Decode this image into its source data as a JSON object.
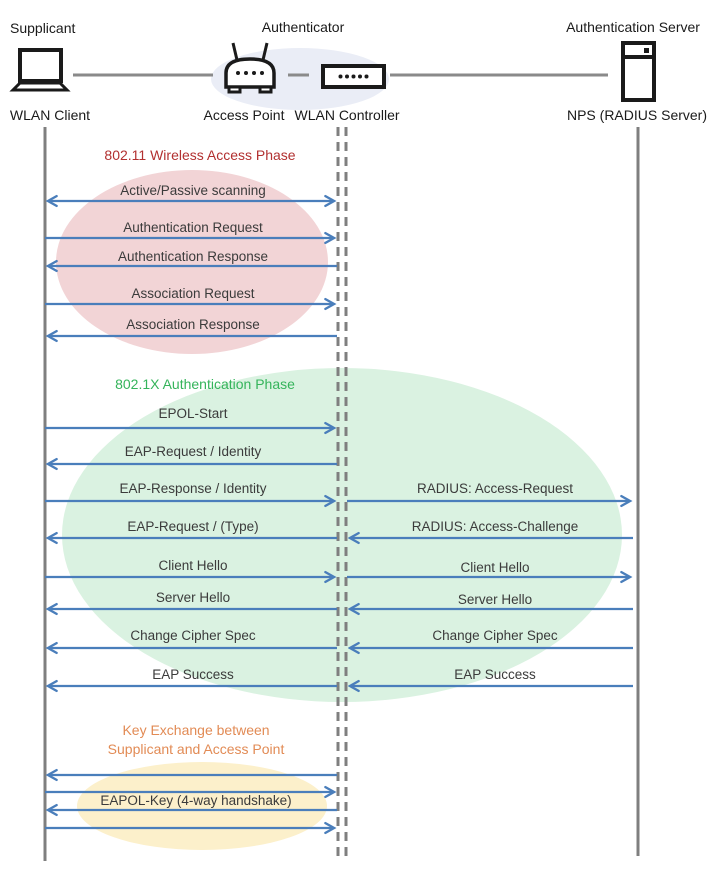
{
  "diagram": {
    "actors": {
      "supplicant_role": "Supplicant",
      "authenticator_role": "Authenticator",
      "auth_server_role": "Authentication Server",
      "wlan_client": "WLAN Client",
      "access_point": "Access Point",
      "wlan_controller": "WLAN Controller",
      "nps": "NPS (RADIUS Server)"
    },
    "phase1": {
      "title": "802.11 Wireless Access Phase",
      "scanning": "Active/Passive scanning",
      "auth_request": "Authentication Request",
      "auth_response": "Authentication Response",
      "assoc_request": "Association Request",
      "assoc_response": "Association Response"
    },
    "phase2": {
      "title": "802.1X Authentication Phase",
      "epol_start": "EPOL-Start",
      "eap_request_identity": "EAP-Request / Identity",
      "eap_response_identity": "EAP-Response / Identity",
      "radius_access_request": "RADIUS: Access-Request",
      "eap_request_type": "EAP-Request / (Type)",
      "radius_access_challenge": "RADIUS: Access-Challenge",
      "client_hello": "Client Hello",
      "server_hello": "Server Hello",
      "change_cipher_spec": "Change Cipher Spec",
      "eap_success": "EAP Success"
    },
    "phase3": {
      "title_line1": "Key Exchange between",
      "title_line2": "Supplicant and Access Point",
      "eapol_key": "EAPOL-Key (4-way handshake)"
    },
    "colors": {
      "arrow": "#4A7EBB",
      "lifeline": "#7F7F7F",
      "phase1_text": "#B23030",
      "phase1_fill": "#F2D4D6",
      "phase2_text": "#35B45B",
      "phase2_fill": "#DAF2E1",
      "phase3_text": "#E28B55",
      "phase3_fill": "#FCF0CB",
      "authenticator_fill": "#EAEDF6"
    }
  }
}
